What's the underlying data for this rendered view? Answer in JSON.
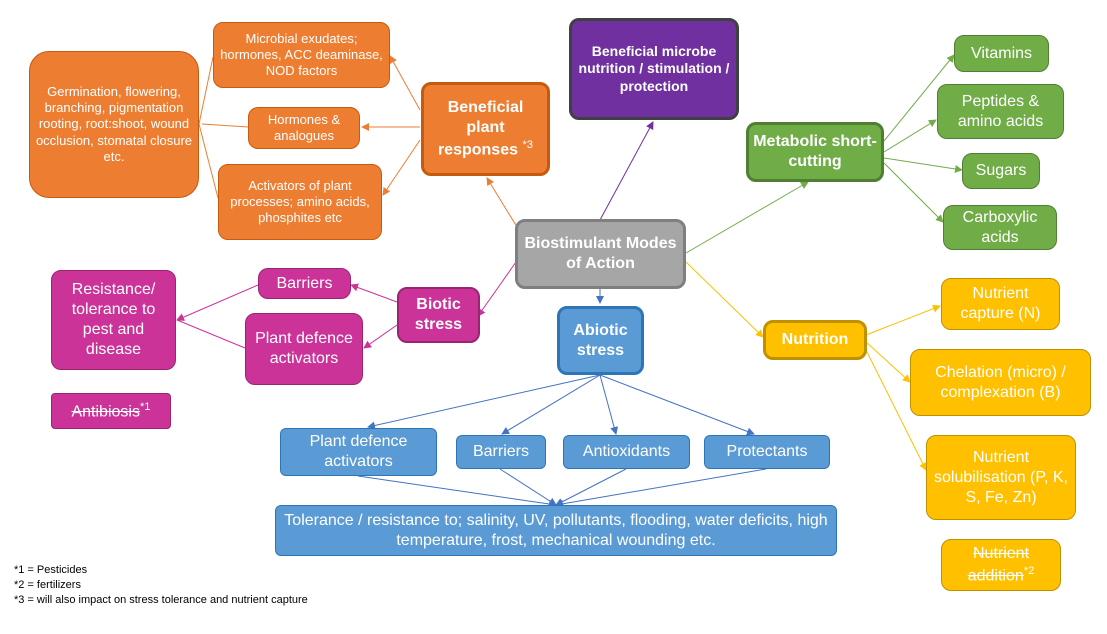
{
  "center": {
    "label": "Biostimulant Modes of Action"
  },
  "beneficial_microbe": {
    "label": "Beneficial microbe nutrition / stimulation / protection"
  },
  "beneficial_plant": {
    "label": "Beneficial plant responses",
    "footnote_mark": "*3",
    "children": [
      "Microbial exudates; hormones, ACC deaminase, NOD factors",
      "Hormones & analogues",
      "Activators of plant processes; amino acids, phosphites etc"
    ],
    "outcome": "Germination, flowering, branching, pigmentation rooting, root:shoot, wound occlusion, stomatal closure etc."
  },
  "metabolic": {
    "label": "Metabolic short-cutting",
    "children": [
      "Vitamins",
      "Peptides & amino acids",
      "Sugars",
      "Carboxylic acids"
    ]
  },
  "nutrition": {
    "label": "Nutrition",
    "children": [
      "Nutrient capture (N)",
      "Chelation (micro) / complexation (B)",
      "Nutrient solubilisation (P, K, S, Fe, Zn)"
    ],
    "struck": "Nutrient addition",
    "struck_mark": "*2"
  },
  "biotic": {
    "label": "Biotic stress",
    "children": [
      "Barriers",
      "Plant defence activators"
    ],
    "outcome": "Resistance/ tolerance to pest and disease",
    "struck": "Antibiosis",
    "struck_mark": "*1"
  },
  "abiotic": {
    "label": "Abiotic stress",
    "children": [
      "Plant defence activators",
      "Barriers",
      "Antioxidants",
      "Protectants"
    ],
    "outcome": "Tolerance / resistance to; salinity, UV, pollutants, flooding, water deficits, high temperature, frost, mechanical wounding etc."
  },
  "footnotes": [
    "*1 = Pesticides",
    "*2 = fertilizers",
    "*3 = will also impact on stress tolerance and nutrient  capture"
  ],
  "colors": {
    "orange": "#ED7D31",
    "purple": "#7030A0",
    "green": "#70AD47",
    "yellow": "#FFC000",
    "magenta": "#CC3399",
    "blue": "#5B9BD5",
    "gray": "#A6A6A6"
  }
}
